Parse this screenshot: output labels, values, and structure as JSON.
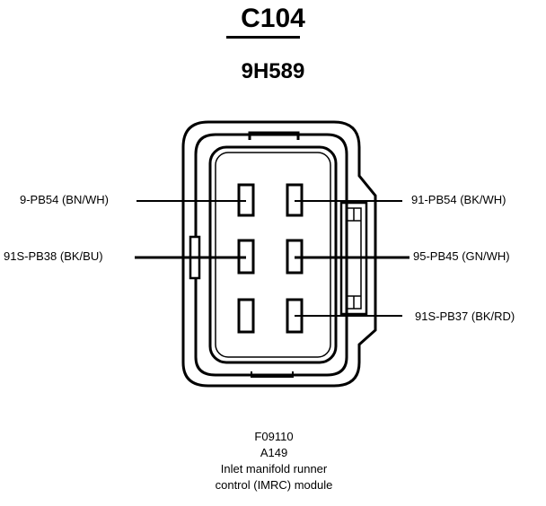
{
  "connector_id": "C104",
  "part_number": "9H589",
  "pins": {
    "left_top": "9-PB54 (BN/WH)",
    "left_middle": "91S-PB38 (BK/BU)",
    "right_top": "91-PB54 (BK/WH)",
    "right_middle": "95-PB45 (GN/WH)",
    "right_bottom": "91S-PB37 (BK/RD)"
  },
  "caption": {
    "figure_code": "F09110",
    "location_code": "A149",
    "line1": "Inlet manifold runner",
    "line2": "control (IMRC) module"
  }
}
